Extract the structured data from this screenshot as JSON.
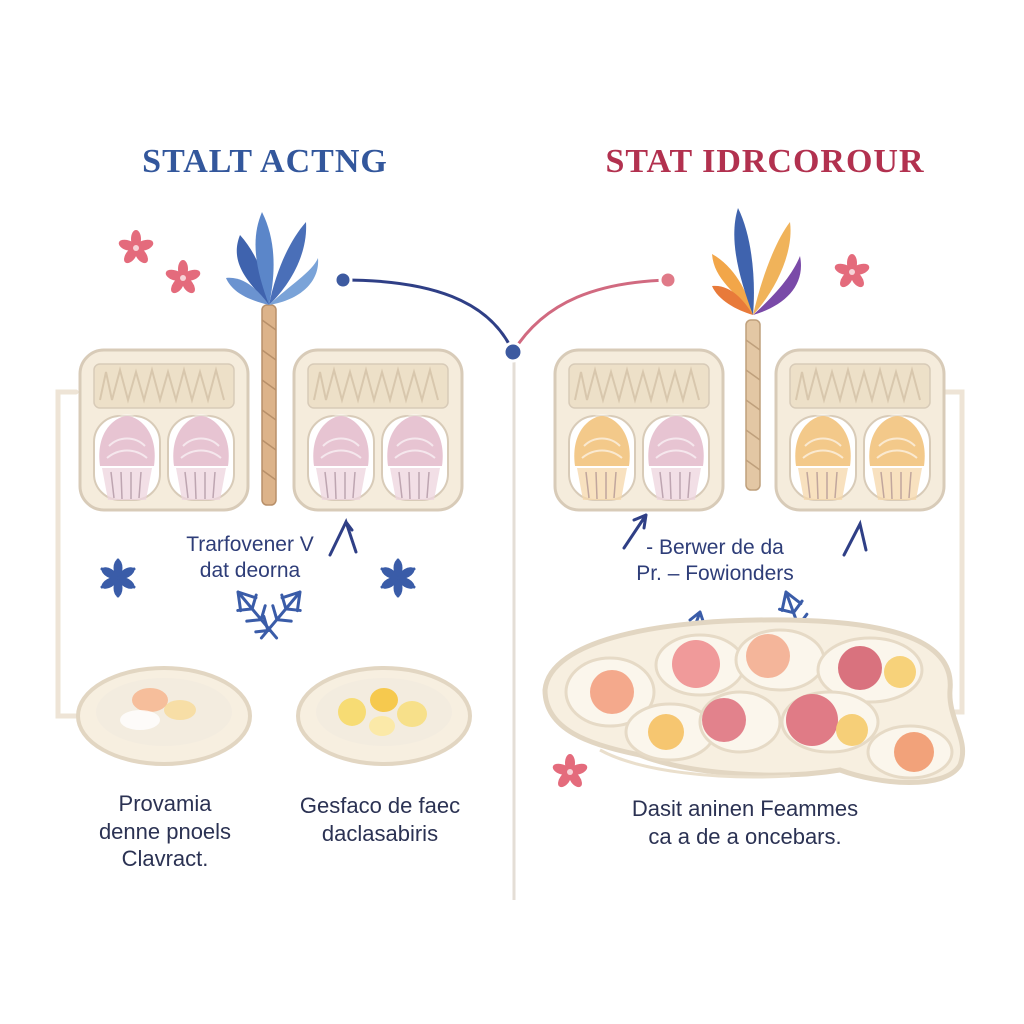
{
  "titles": {
    "left": "STALT ACTNG",
    "right": "STAT IDRCOROUR"
  },
  "captions": {
    "left_middle": "Trarfovener V\ndat deorna",
    "right_middle": "- Berwer de da\nPr. – Fowionders",
    "left_bottom_1": "Provamia\ndenne pnoels\nClavract.",
    "left_bottom_2": "Gesfaco de faec\ndaclasabiris",
    "right_bottom": "Dasit aninen Feammes\nca a de a oncebars."
  },
  "colors": {
    "title_left": "#33579c",
    "title_right": "#b2314f",
    "connector_left": "#2f3f86",
    "connector_right": "#d16a80",
    "tray": "#f5ecdc",
    "tray_outline": "#d8cbb8",
    "flower_pink": "#e46b7c",
    "flower_blue": "#3a5ca8",
    "cupcake_pink": "#e7c4d2",
    "cupcake_orange": "#f3c98a"
  },
  "icons": [
    "flower-icon",
    "snowflake-icon",
    "leaf-bouquet-icon",
    "cupcake-icon",
    "arrow-icon"
  ]
}
